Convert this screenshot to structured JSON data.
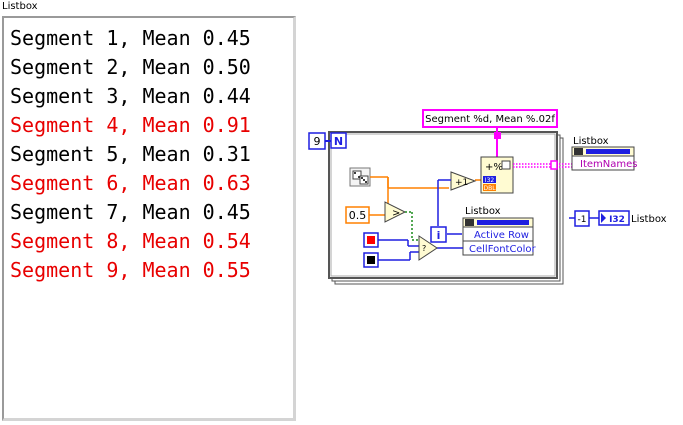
{
  "front_panel": {
    "caption": "Listbox",
    "items": [
      {
        "text": "Segment 1, Mean 0.45",
        "color": "#000000"
      },
      {
        "text": "Segment 2, Mean 0.50",
        "color": "#000000"
      },
      {
        "text": "Segment 3, Mean 0.44",
        "color": "#000000"
      },
      {
        "text": "Segment 4, Mean 0.91",
        "color": "#e80000"
      },
      {
        "text": "Segment 5, Mean 0.31",
        "color": "#000000"
      },
      {
        "text": "Segment 6, Mean 0.63",
        "color": "#e80000"
      },
      {
        "text": "Segment 7, Mean 0.45",
        "color": "#000000"
      },
      {
        "text": "Segment 8, Mean 0.54",
        "color": "#e80000"
      },
      {
        "text": "Segment 9, Mean 0.55",
        "color": "#e80000"
      }
    ]
  },
  "block_diagram": {
    "loop_count": "9",
    "loop_count_terminal": "N",
    "iteration_terminal": "i",
    "format_string": "Segment %d, Mean %.02f",
    "threshold_constant": "0.5",
    "increment_label": "+1",
    "format_node_label": "+%",
    "i32_label": "I32",
    "dbl_label": "DBL",
    "property_node_top": {
      "title": "Listbox",
      "property": "ItemNames"
    },
    "property_node_inner": {
      "title": "Listbox",
      "properties": [
        "Active Row",
        "CellFontColor"
      ]
    },
    "listbox_terminal": {
      "value_constant": "-1",
      "type_label": "I32",
      "label": "Listbox"
    },
    "colors": {
      "wire_numeric": "#ff8000",
      "wire_string": "#ff00ff",
      "wire_boolean": "#1c8c1c",
      "wire_int": "#1f1fe0",
      "color_true": "#ff0000",
      "color_false": "#000000"
    }
  }
}
